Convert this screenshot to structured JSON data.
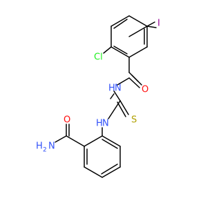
{
  "molecule": {
    "atom_labels": {
      "iodine": "I",
      "chlorine": "Cl",
      "carbonyl_oxygen_top": "O",
      "amide_nh_top": "N",
      "amide_nh_top_h": "H",
      "thiourea_nh": "N",
      "thiourea_nh_h": "H",
      "sulfur": "S",
      "carboxamide_oxygen": "O",
      "carboxamide_nh2": "H",
      "carboxamide_nh2_n": "N",
      "carboxamide_nh2_sub": "2"
    },
    "colors": {
      "carbon": "#000000",
      "oxygen": "#ff0d0d",
      "nitrogen": "#3050f8",
      "sulfur": "#b0a000",
      "chlorine": "#1ff01f",
      "iodine": "#940094"
    }
  }
}
